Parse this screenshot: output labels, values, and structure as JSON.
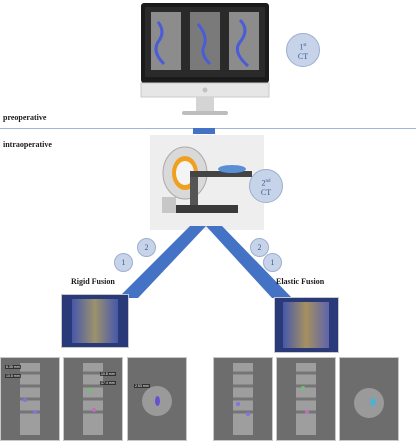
{
  "labels": {
    "preoperative": "preoperative",
    "intraoperative": "intraoperative",
    "rigid_fusion": "Rigid Fusion",
    "elastic_fusion": "Elastic Fusion"
  },
  "ct_badges": [
    {
      "ordinal": "1",
      "suffix": "st",
      "text": "CT"
    },
    {
      "ordinal": "2",
      "suffix": "nd",
      "text": "CT"
    }
  ],
  "step_numbers": {
    "left": [
      "1",
      "2"
    ],
    "right": [
      "2",
      "1"
    ]
  },
  "measurements": {
    "rigid_coronal": [
      "6.35 mm",
      "10.5 mm"
    ],
    "rigid_sagittal": [
      "10.8 mm",
      "17.4 mm"
    ],
    "rigid_axial": [
      "2.53 mm"
    ]
  },
  "colors": {
    "arrow_blue": "#4472c4",
    "badge_fill": "#c7d3e8",
    "divider": "#9fb6d6",
    "highlight_purple": "#6a4fd0"
  }
}
